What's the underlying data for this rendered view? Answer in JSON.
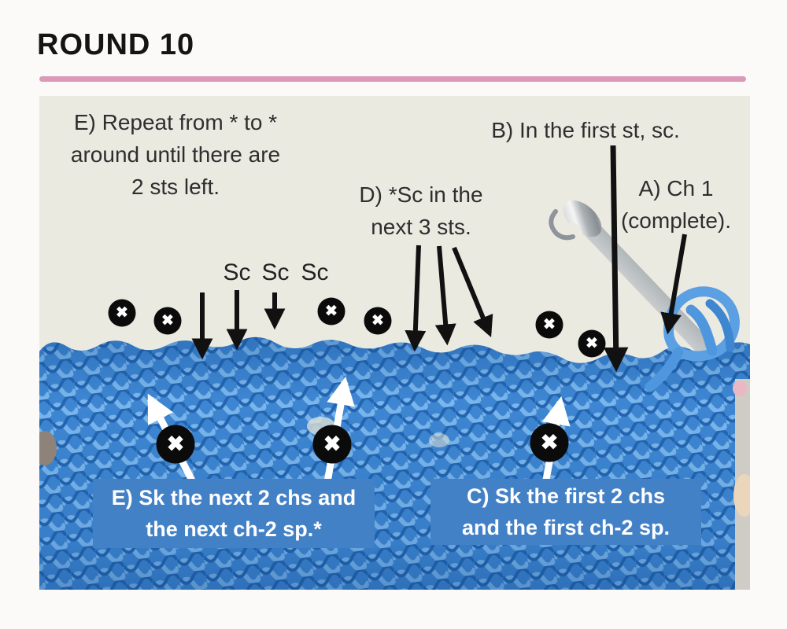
{
  "page": {
    "title": "ROUND 10",
    "accent_color": "#DB9AB8",
    "background_color": "#FBFAF8"
  },
  "photo": {
    "background_color": "#EBEAE1",
    "yarn_color": "#3E86D2",
    "instruction_box_color": "#4381C7",
    "subject": "blue crochet fabric with silver crochet hook"
  },
  "annotations": {
    "step_e_top": {
      "lines": [
        "E) Repeat from * to *",
        "around until there are",
        "2 sts left."
      ]
    },
    "step_b": {
      "text": "B) In the first st, sc."
    },
    "step_d": {
      "lines": [
        "D) *Sc in the",
        "next 3 sts."
      ]
    },
    "step_a": {
      "lines": [
        "A) Ch 1",
        "(complete)."
      ]
    },
    "sc_labels": [
      "Sc",
      "Sc",
      "Sc"
    ],
    "box_e": {
      "lines": [
        "E) Sk the next 2 chs and",
        "the next ch-2 sp.*"
      ]
    },
    "box_c": {
      "lines": [
        "C) Sk the first 2 chs",
        "and the first ch-2 sp."
      ]
    }
  },
  "icons": {
    "stitch_marker": "✖"
  }
}
